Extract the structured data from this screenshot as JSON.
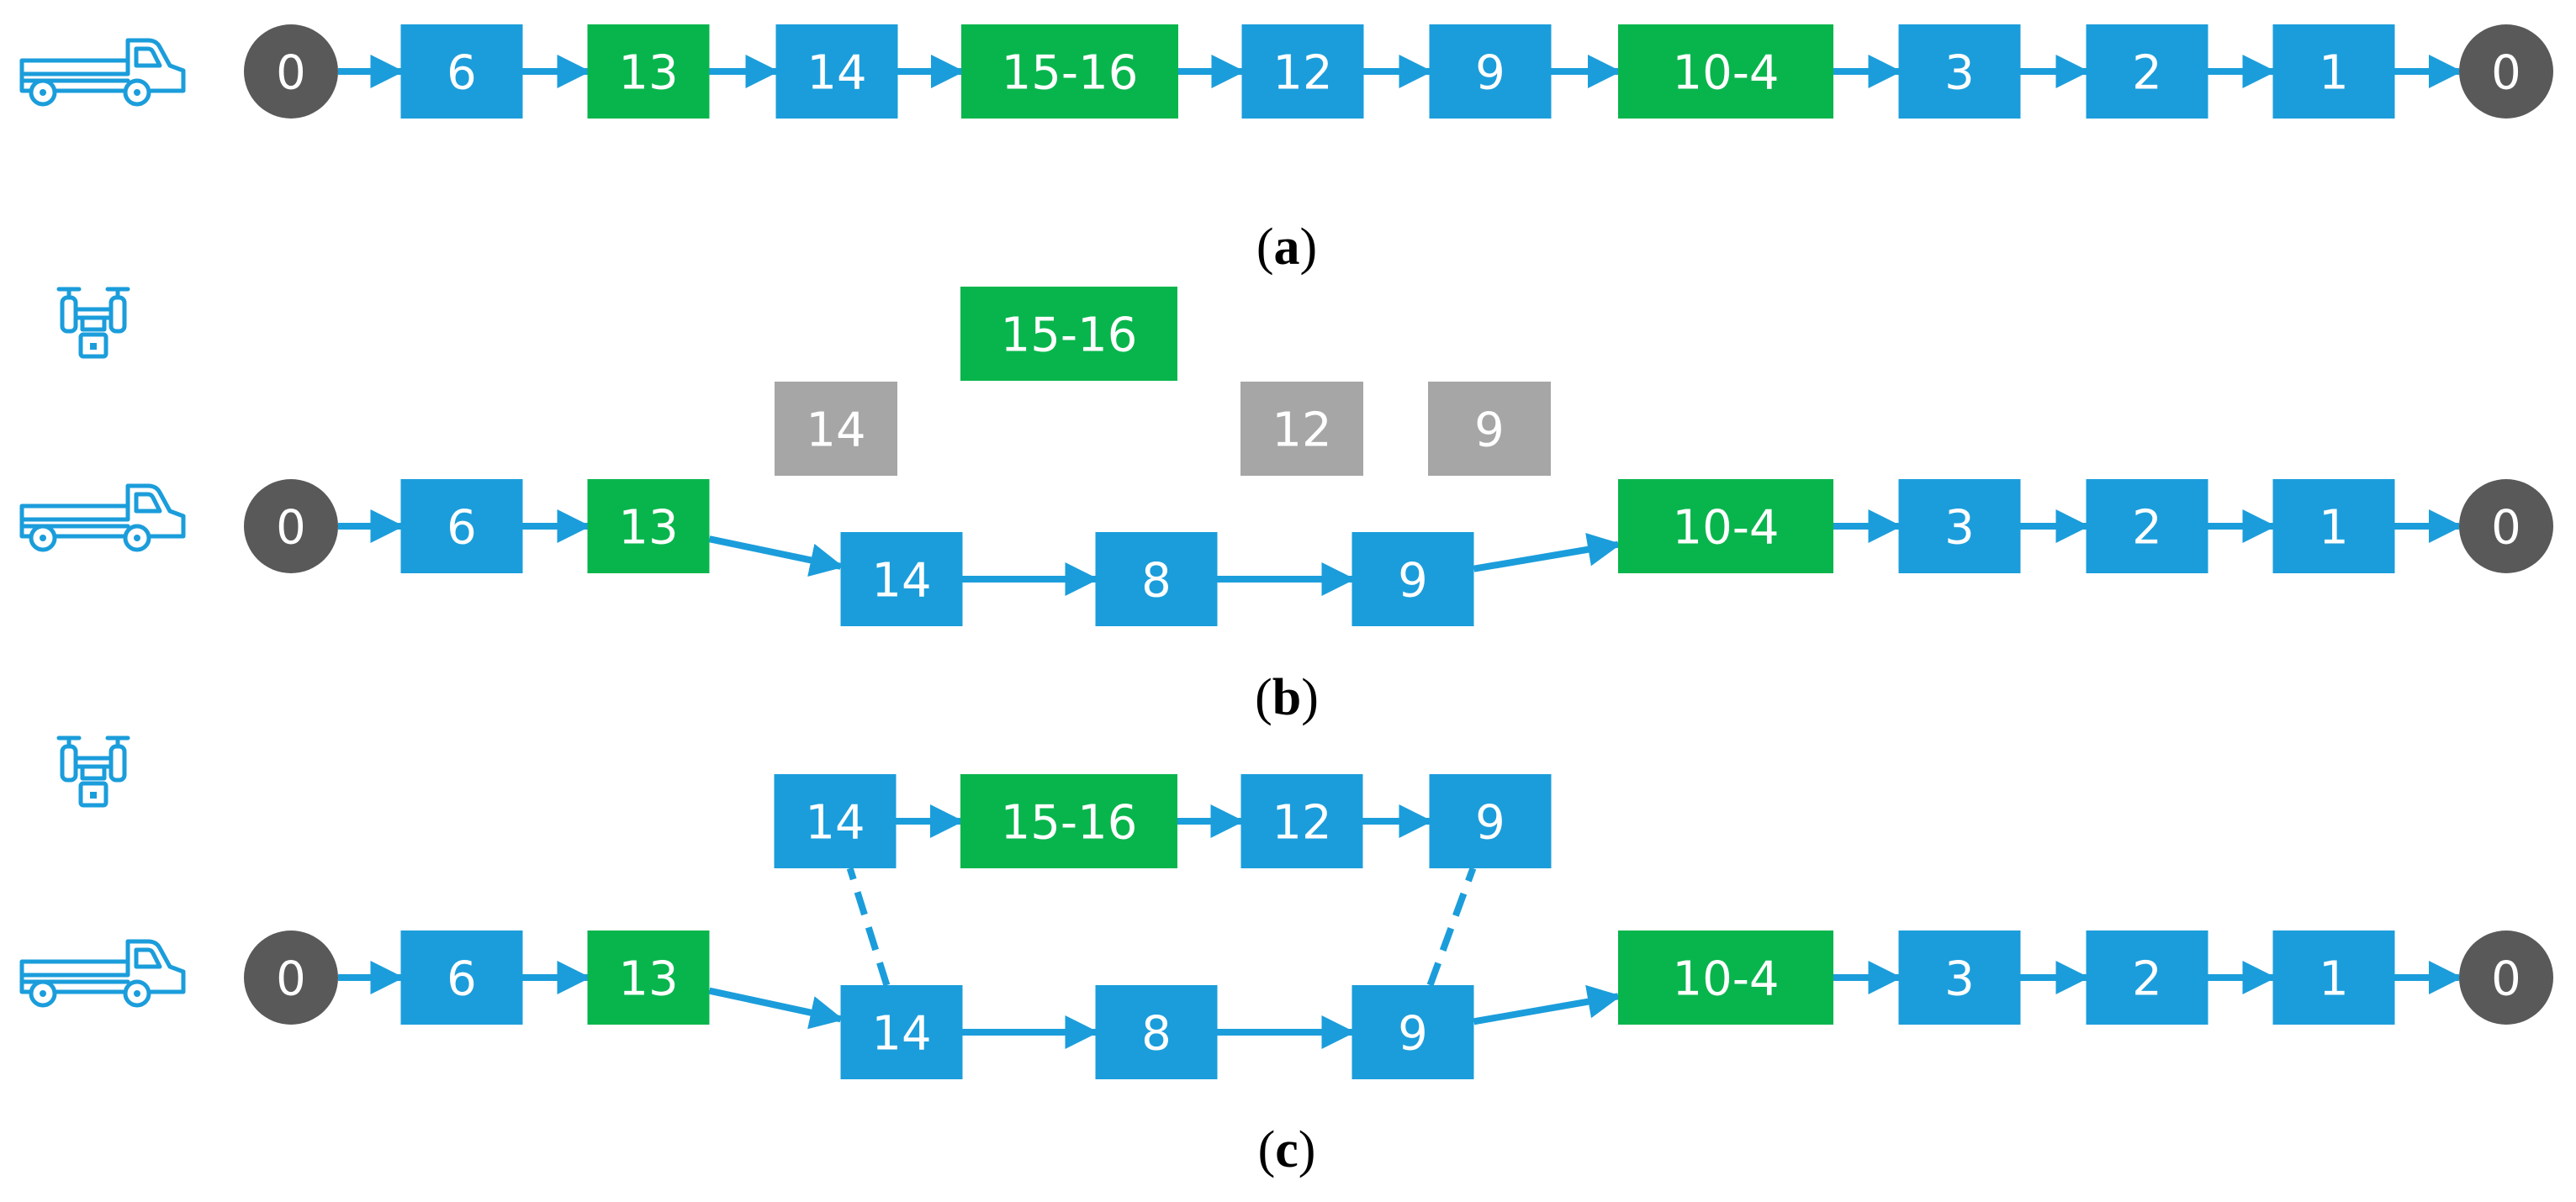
{
  "colors": {
    "blue": "#1b9ddb",
    "green": "#08b54c",
    "gray": "#a6a6a6",
    "depot": "#595959",
    "arrow": "#1b9ddb",
    "icon": "#1b9ddb"
  },
  "icons": {
    "truck": "truck-icon",
    "drone": "drone-icon"
  },
  "panels": [
    {
      "id": "a",
      "caption_open": "(",
      "caption_letter": "a",
      "caption_close": ")",
      "icons": [
        "truck-icon"
      ],
      "nodes": [
        {
          "id": "a0s",
          "label": "0",
          "kind": "depot"
        },
        {
          "id": "a6",
          "label": "6",
          "kind": "blue"
        },
        {
          "id": "a13",
          "label": "13",
          "kind": "green"
        },
        {
          "id": "a14",
          "label": "14",
          "kind": "blue"
        },
        {
          "id": "a1516",
          "label": "15-16",
          "kind": "green"
        },
        {
          "id": "a12",
          "label": "12",
          "kind": "blue"
        },
        {
          "id": "a9",
          "label": "9",
          "kind": "blue"
        },
        {
          "id": "a104",
          "label": "10-4",
          "kind": "green"
        },
        {
          "id": "a3",
          "label": "3",
          "kind": "blue"
        },
        {
          "id": "a2",
          "label": "2",
          "kind": "blue"
        },
        {
          "id": "a1",
          "label": "1",
          "kind": "blue"
        },
        {
          "id": "a0e",
          "label": "0",
          "kind": "depot"
        }
      ],
      "edges": [
        {
          "from": "a0s",
          "to": "a6",
          "style": "solid"
        },
        {
          "from": "a6",
          "to": "a13",
          "style": "solid"
        },
        {
          "from": "a13",
          "to": "a14",
          "style": "solid"
        },
        {
          "from": "a14",
          "to": "a1516",
          "style": "solid"
        },
        {
          "from": "a1516",
          "to": "a12",
          "style": "solid"
        },
        {
          "from": "a12",
          "to": "a9",
          "style": "solid"
        },
        {
          "from": "a9",
          "to": "a104",
          "style": "solid"
        },
        {
          "from": "a104",
          "to": "a3",
          "style": "solid"
        },
        {
          "from": "a3",
          "to": "a2",
          "style": "solid"
        },
        {
          "from": "a2",
          "to": "a1",
          "style": "solid"
        },
        {
          "from": "a1",
          "to": "a0e",
          "style": "solid"
        }
      ]
    },
    {
      "id": "b",
      "caption_open": "(",
      "caption_letter": "b",
      "caption_close": ")",
      "icons": [
        "drone-icon",
        "truck-icon"
      ],
      "nodes": [
        {
          "id": "b1516",
          "label": "15-16",
          "kind": "green"
        },
        {
          "id": "bg14",
          "label": "14",
          "kind": "gray"
        },
        {
          "id": "bg12",
          "label": "12",
          "kind": "gray"
        },
        {
          "id": "bg9",
          "label": "9",
          "kind": "gray"
        },
        {
          "id": "b0s",
          "label": "0",
          "kind": "depot"
        },
        {
          "id": "b6",
          "label": "6",
          "kind": "blue"
        },
        {
          "id": "b13",
          "label": "13",
          "kind": "green"
        },
        {
          "id": "b14",
          "label": "14",
          "kind": "blue"
        },
        {
          "id": "b8",
          "label": "8",
          "kind": "blue"
        },
        {
          "id": "b9",
          "label": "9",
          "kind": "blue"
        },
        {
          "id": "b104",
          "label": "10-4",
          "kind": "green"
        },
        {
          "id": "b3",
          "label": "3",
          "kind": "blue"
        },
        {
          "id": "b2",
          "label": "2",
          "kind": "blue"
        },
        {
          "id": "b1",
          "label": "1",
          "kind": "blue"
        },
        {
          "id": "b0e",
          "label": "0",
          "kind": "depot"
        }
      ],
      "edges": [
        {
          "from": "b0s",
          "to": "b6",
          "style": "solid"
        },
        {
          "from": "b6",
          "to": "b13",
          "style": "solid"
        },
        {
          "from": "b13",
          "to": "b14",
          "style": "solid"
        },
        {
          "from": "b14",
          "to": "b8",
          "style": "solid"
        },
        {
          "from": "b8",
          "to": "b9",
          "style": "solid"
        },
        {
          "from": "b9",
          "to": "b104",
          "style": "solid"
        },
        {
          "from": "b104",
          "to": "b3",
          "style": "solid"
        },
        {
          "from": "b3",
          "to": "b2",
          "style": "solid"
        },
        {
          "from": "b2",
          "to": "b1",
          "style": "solid"
        },
        {
          "from": "b1",
          "to": "b0e",
          "style": "solid"
        }
      ]
    },
    {
      "id": "c",
      "caption_open": "(",
      "caption_letter": "c",
      "caption_close": ")",
      "icons": [
        "drone-icon",
        "truck-icon"
      ],
      "nodes": [
        {
          "id": "cd14",
          "label": "14",
          "kind": "blue"
        },
        {
          "id": "cd1516",
          "label": "15-16",
          "kind": "green"
        },
        {
          "id": "cd12",
          "label": "12",
          "kind": "blue"
        },
        {
          "id": "cd9",
          "label": "9",
          "kind": "blue"
        },
        {
          "id": "c0s",
          "label": "0",
          "kind": "depot"
        },
        {
          "id": "c6",
          "label": "6",
          "kind": "blue"
        },
        {
          "id": "c13",
          "label": "13",
          "kind": "green"
        },
        {
          "id": "c14",
          "label": "14",
          "kind": "blue"
        },
        {
          "id": "c8",
          "label": "8",
          "kind": "blue"
        },
        {
          "id": "c9",
          "label": "9",
          "kind": "blue"
        },
        {
          "id": "c104",
          "label": "10-4",
          "kind": "green"
        },
        {
          "id": "c3",
          "label": "3",
          "kind": "blue"
        },
        {
          "id": "c2",
          "label": "2",
          "kind": "blue"
        },
        {
          "id": "c1",
          "label": "1",
          "kind": "blue"
        },
        {
          "id": "c0e",
          "label": "0",
          "kind": "depot"
        }
      ],
      "edges": [
        {
          "from": "cd14",
          "to": "cd1516",
          "style": "solid"
        },
        {
          "from": "cd1516",
          "to": "cd12",
          "style": "solid"
        },
        {
          "from": "cd12",
          "to": "cd9",
          "style": "solid"
        },
        {
          "from": "c14",
          "to": "cd14",
          "style": "dashed"
        },
        {
          "from": "c9",
          "to": "cd9",
          "style": "dashed"
        },
        {
          "from": "c0s",
          "to": "c6",
          "style": "solid"
        },
        {
          "from": "c6",
          "to": "c13",
          "style": "solid"
        },
        {
          "from": "c13",
          "to": "c14",
          "style": "solid"
        },
        {
          "from": "c14",
          "to": "c8",
          "style": "solid"
        },
        {
          "from": "c8",
          "to": "c9",
          "style": "solid"
        },
        {
          "from": "c9",
          "to": "c104",
          "style": "solid"
        },
        {
          "from": "c104",
          "to": "c3",
          "style": "solid"
        },
        {
          "from": "c3",
          "to": "c2",
          "style": "solid"
        },
        {
          "from": "c2",
          "to": "c1",
          "style": "solid"
        },
        {
          "from": "c1",
          "to": "c0e",
          "style": "solid"
        }
      ]
    }
  ]
}
